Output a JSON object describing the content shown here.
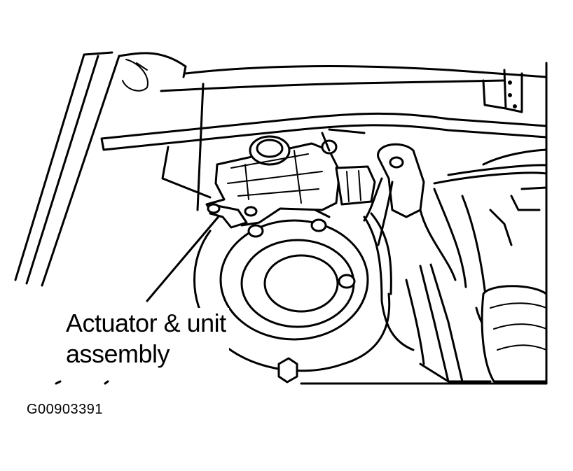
{
  "callout": {
    "line1": "Actuator & unit",
    "line2": "assembly"
  },
  "figure_id": "G00903391",
  "colors": {
    "ink": "#000000",
    "paper": "#ffffff"
  }
}
